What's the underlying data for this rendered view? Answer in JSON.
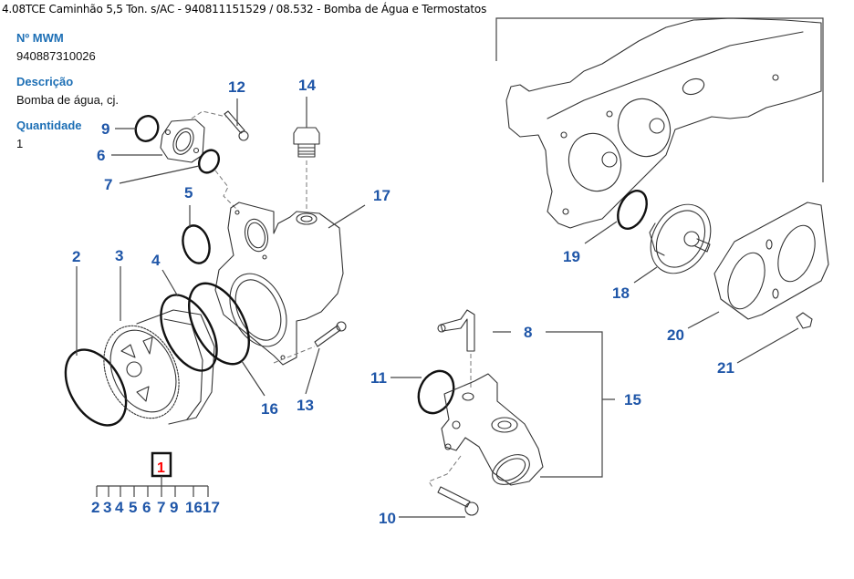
{
  "header": {
    "title": "4.08TCE Caminhão 5,5 Ton. s/AC - 940811151529  /  08.532 - Bomba de Água e Termostatos"
  },
  "part_info": {
    "mwm_label": "Nº MWM",
    "mwm_value": "940887310026",
    "description_label": "Descrição",
    "description_value": "Bomba de água, cj.",
    "quantity_label": "Quantidade",
    "quantity_value": "1"
  },
  "diagram": {
    "callouts": [
      {
        "id": "9",
        "label": "9"
      },
      {
        "id": "6",
        "label": "6"
      },
      {
        "id": "7",
        "label": "7"
      },
      {
        "id": "12",
        "label": "12"
      },
      {
        "id": "14",
        "label": "14"
      },
      {
        "id": "5",
        "label": "5"
      },
      {
        "id": "17",
        "label": "17"
      },
      {
        "id": "2",
        "label": "2"
      },
      {
        "id": "3",
        "label": "3"
      },
      {
        "id": "4",
        "label": "4"
      },
      {
        "id": "16",
        "label": "16"
      },
      {
        "id": "13",
        "label": "13"
      },
      {
        "id": "8",
        "label": "8"
      },
      {
        "id": "11",
        "label": "11"
      },
      {
        "id": "15",
        "label": "15"
      },
      {
        "id": "10",
        "label": "10"
      },
      {
        "id": "19",
        "label": "19"
      },
      {
        "id": "18",
        "label": "18"
      },
      {
        "id": "20",
        "label": "20"
      },
      {
        "id": "21",
        "label": "21"
      }
    ],
    "assembly_tree": {
      "selected": "1",
      "selected_color": "#ff0000",
      "children": [
        "2",
        "3",
        "4",
        "5",
        "6",
        "7",
        "9",
        "16",
        "17"
      ]
    },
    "callout_color": "#1f56a8"
  }
}
